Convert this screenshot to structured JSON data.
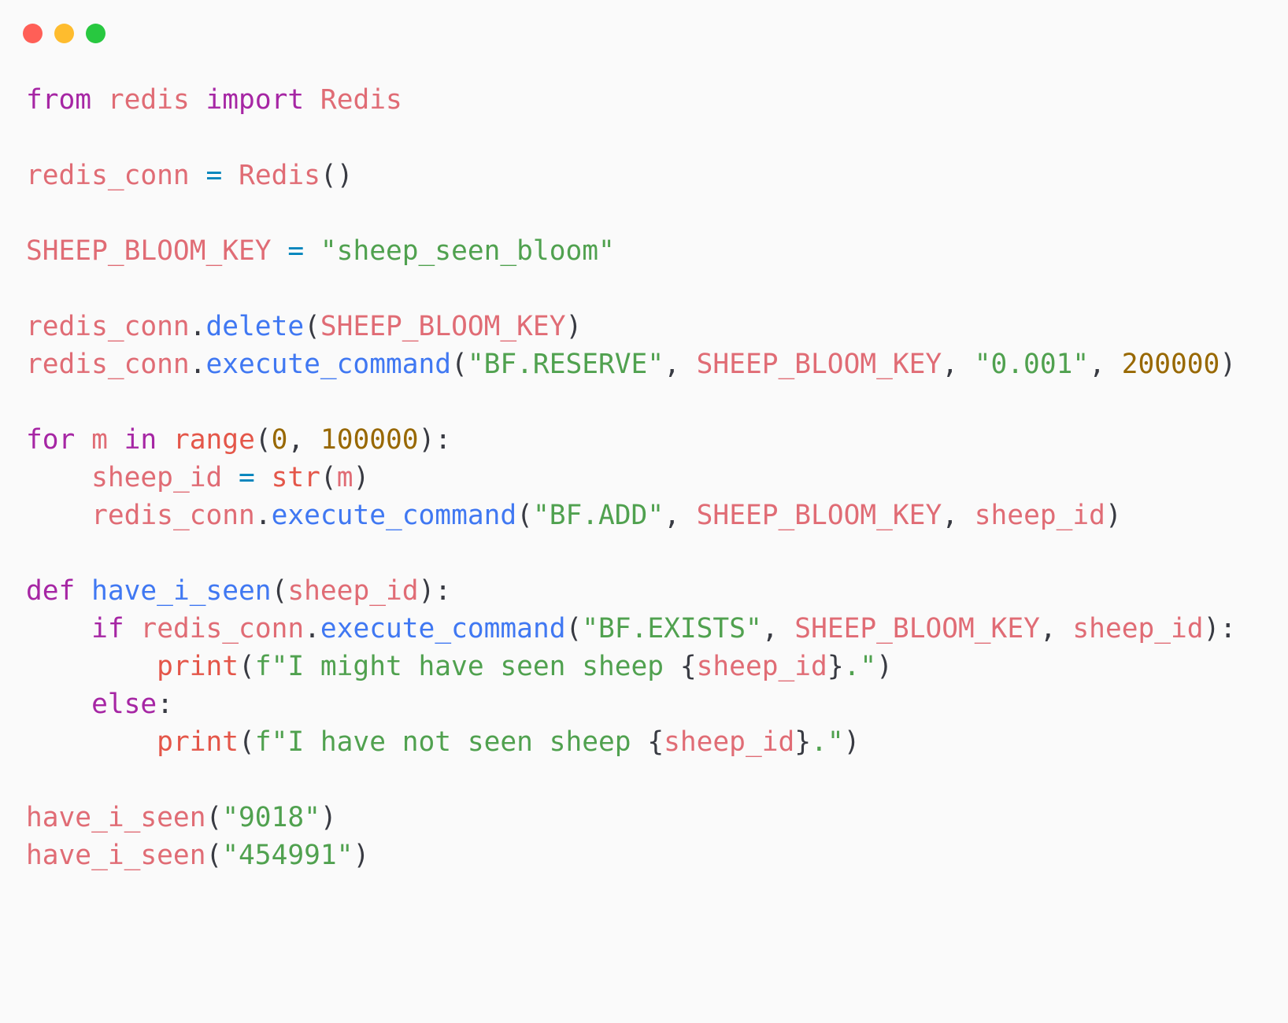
{
  "window": {
    "controls": [
      {
        "name": "close",
        "color": "#ff5f57"
      },
      {
        "name": "minimize",
        "color": "#febc2e"
      },
      {
        "name": "maximize",
        "color": "#28c840"
      }
    ]
  },
  "colors": {
    "background": "#fafafa",
    "keyword": "#a626a4",
    "variable": "#e06c75",
    "function": "#4078f2",
    "string": "#50a14f",
    "number": "#986801",
    "operator": "#0184bc",
    "builtin": "#e45649",
    "punctuation": "#383a42"
  },
  "code_lines": [
    [
      [
        "keyword",
        "from"
      ],
      [
        "plain",
        " "
      ],
      [
        "variable",
        "redis"
      ],
      [
        "plain",
        " "
      ],
      [
        "keyword",
        "import"
      ],
      [
        "plain",
        " "
      ],
      [
        "variable",
        "Redis"
      ]
    ],
    [],
    [
      [
        "variable",
        "redis_conn"
      ],
      [
        "plain",
        " "
      ],
      [
        "operator",
        "="
      ],
      [
        "plain",
        " "
      ],
      [
        "variable",
        "Redis"
      ],
      [
        "punctuation",
        "()"
      ]
    ],
    [],
    [
      [
        "variable",
        "SHEEP_BLOOM_KEY"
      ],
      [
        "plain",
        " "
      ],
      [
        "operator",
        "="
      ],
      [
        "plain",
        " "
      ],
      [
        "string",
        "\"sheep_seen_bloom\""
      ]
    ],
    [],
    [
      [
        "variable",
        "redis_conn"
      ],
      [
        "punctuation",
        "."
      ],
      [
        "function",
        "delete"
      ],
      [
        "punctuation",
        "("
      ],
      [
        "variable",
        "SHEEP_BLOOM_KEY"
      ],
      [
        "punctuation",
        ")"
      ]
    ],
    [
      [
        "variable",
        "redis_conn"
      ],
      [
        "punctuation",
        "."
      ],
      [
        "function",
        "execute_command"
      ],
      [
        "punctuation",
        "("
      ],
      [
        "string",
        "\"BF.RESERVE\""
      ],
      [
        "punctuation",
        ", "
      ],
      [
        "variable",
        "SHEEP_BLOOM_KEY"
      ],
      [
        "punctuation",
        ", "
      ],
      [
        "string",
        "\"0.001\""
      ],
      [
        "punctuation",
        ", "
      ],
      [
        "number",
        "200000"
      ],
      [
        "punctuation",
        ")"
      ]
    ],
    [],
    [
      [
        "keyword",
        "for"
      ],
      [
        "plain",
        " "
      ],
      [
        "variable",
        "m"
      ],
      [
        "plain",
        " "
      ],
      [
        "keyword",
        "in"
      ],
      [
        "plain",
        " "
      ],
      [
        "builtin",
        "range"
      ],
      [
        "punctuation",
        "("
      ],
      [
        "number",
        "0"
      ],
      [
        "punctuation",
        ", "
      ],
      [
        "number",
        "100000"
      ],
      [
        "punctuation",
        "):"
      ]
    ],
    [
      [
        "plain",
        "    "
      ],
      [
        "variable",
        "sheep_id"
      ],
      [
        "plain",
        " "
      ],
      [
        "operator",
        "="
      ],
      [
        "plain",
        " "
      ],
      [
        "builtin",
        "str"
      ],
      [
        "punctuation",
        "("
      ],
      [
        "variable",
        "m"
      ],
      [
        "punctuation",
        ")"
      ]
    ],
    [
      [
        "plain",
        "    "
      ],
      [
        "variable",
        "redis_conn"
      ],
      [
        "punctuation",
        "."
      ],
      [
        "function",
        "execute_command"
      ],
      [
        "punctuation",
        "("
      ],
      [
        "string",
        "\"BF.ADD\""
      ],
      [
        "punctuation",
        ", "
      ],
      [
        "variable",
        "SHEEP_BLOOM_KEY"
      ],
      [
        "punctuation",
        ", "
      ],
      [
        "variable",
        "sheep_id"
      ],
      [
        "punctuation",
        ")"
      ]
    ],
    [],
    [
      [
        "keyword",
        "def"
      ],
      [
        "plain",
        " "
      ],
      [
        "function",
        "have_i_seen"
      ],
      [
        "punctuation",
        "("
      ],
      [
        "variable",
        "sheep_id"
      ],
      [
        "punctuation",
        "):"
      ]
    ],
    [
      [
        "plain",
        "    "
      ],
      [
        "keyword",
        "if"
      ],
      [
        "plain",
        " "
      ],
      [
        "variable",
        "redis_conn"
      ],
      [
        "punctuation",
        "."
      ],
      [
        "function",
        "execute_command"
      ],
      [
        "punctuation",
        "("
      ],
      [
        "string",
        "\"BF.EXISTS\""
      ],
      [
        "punctuation",
        ", "
      ],
      [
        "variable",
        "SHEEP_BLOOM_KEY"
      ],
      [
        "punctuation",
        ", "
      ],
      [
        "variable",
        "sheep_id"
      ],
      [
        "punctuation",
        "):"
      ]
    ],
    [
      [
        "plain",
        "        "
      ],
      [
        "builtin",
        "print"
      ],
      [
        "punctuation",
        "("
      ],
      [
        "string",
        "f\"I might have seen sheep "
      ],
      [
        "punctuation",
        "{"
      ],
      [
        "variable",
        "sheep_id"
      ],
      [
        "punctuation",
        "}"
      ],
      [
        "string",
        ".\""
      ],
      [
        "punctuation",
        ")"
      ]
    ],
    [
      [
        "plain",
        "    "
      ],
      [
        "keyword",
        "else"
      ],
      [
        "punctuation",
        ":"
      ]
    ],
    [
      [
        "plain",
        "        "
      ],
      [
        "builtin",
        "print"
      ],
      [
        "punctuation",
        "("
      ],
      [
        "string",
        "f\"I have not seen sheep "
      ],
      [
        "punctuation",
        "{"
      ],
      [
        "variable",
        "sheep_id"
      ],
      [
        "punctuation",
        "}"
      ],
      [
        "string",
        ".\""
      ],
      [
        "punctuation",
        ")"
      ]
    ],
    [],
    [
      [
        "variable",
        "have_i_seen"
      ],
      [
        "punctuation",
        "("
      ],
      [
        "string",
        "\"9018\""
      ],
      [
        "punctuation",
        ")"
      ]
    ],
    [
      [
        "variable",
        "have_i_seen"
      ],
      [
        "punctuation",
        "("
      ],
      [
        "string",
        "\"454991\""
      ],
      [
        "punctuation",
        ")"
      ]
    ]
  ]
}
